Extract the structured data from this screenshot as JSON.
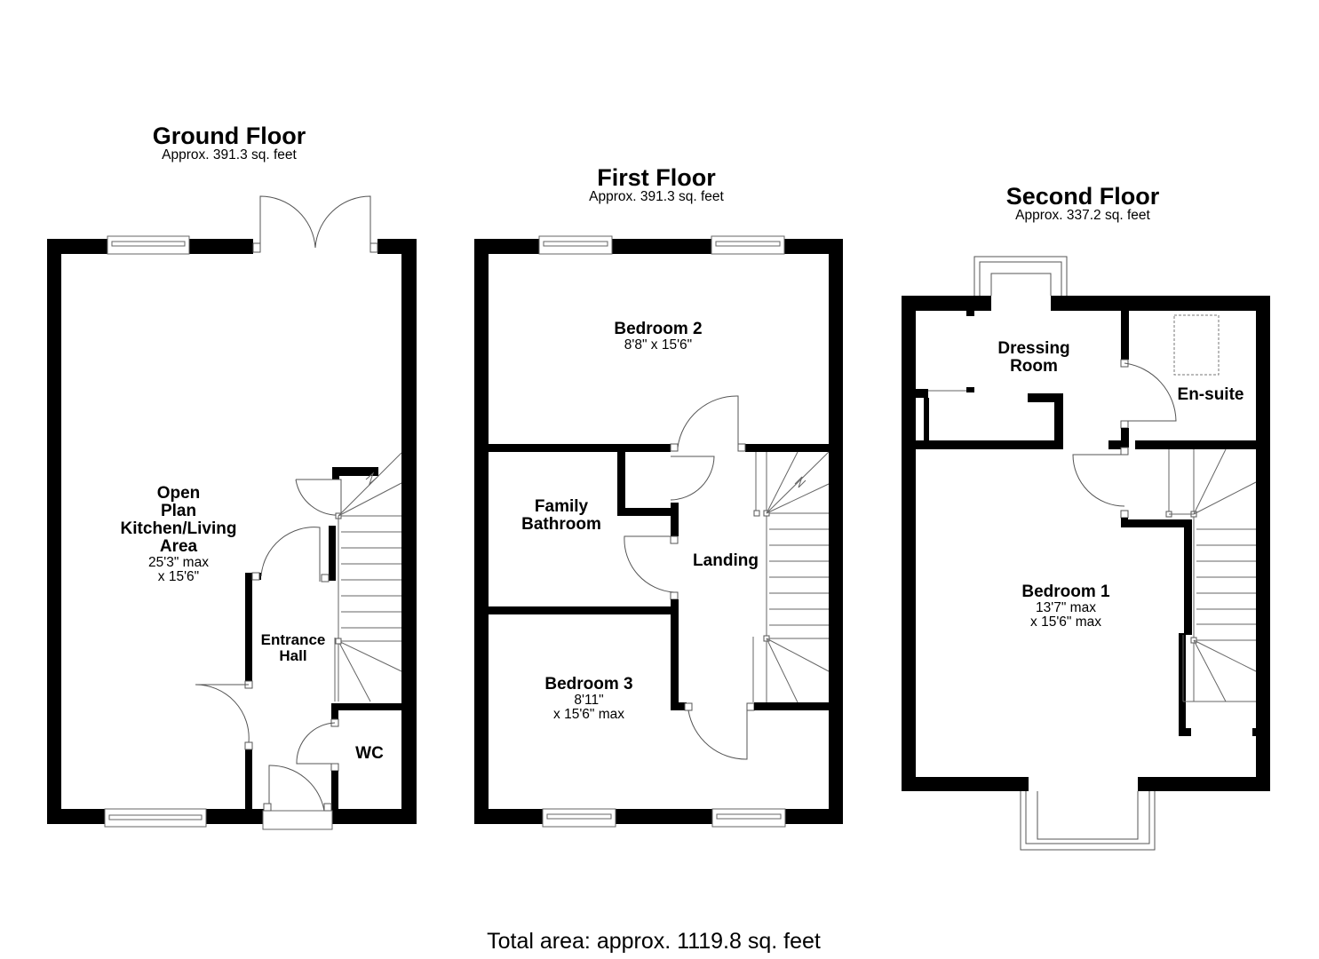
{
  "floors": [
    {
      "title": "Ground Floor",
      "area": "Approx. 391.3 sq. feet",
      "rooms": [
        {
          "name_lines": [
            "Open",
            "Plan",
            "Kitchen/Living",
            "Area"
          ],
          "dims": [
            "25'3\" max",
            "x 15'6\""
          ]
        },
        {
          "name_lines": [
            "Entrance",
            "Hall"
          ],
          "dims": []
        },
        {
          "name_lines": [
            "WC"
          ],
          "dims": []
        }
      ]
    },
    {
      "title": "First Floor",
      "area": "Approx. 391.3 sq. feet",
      "rooms": [
        {
          "name_lines": [
            "Bedroom 2"
          ],
          "dims": [
            "8'8\" x 15'6\""
          ]
        },
        {
          "name_lines": [
            "Family",
            "Bathroom"
          ],
          "dims": []
        },
        {
          "name_lines": [
            "Landing"
          ],
          "dims": []
        },
        {
          "name_lines": [
            "Bedroom 3"
          ],
          "dims": [
            "8'11\"",
            "x 15'6\" max"
          ]
        }
      ]
    },
    {
      "title": "Second Floor",
      "area": "Approx. 337.2 sq. feet",
      "rooms": [
        {
          "name_lines": [
            "Dressing",
            "Room"
          ],
          "dims": []
        },
        {
          "name_lines": [
            "En-suite"
          ],
          "dims": []
        },
        {
          "name_lines": [
            "Bedroom 1"
          ],
          "dims": [
            "13'7\" max",
            "x 15'6\" max"
          ]
        }
      ]
    }
  ],
  "total_area": "Total area: approx. 1119.8 sq. feet",
  "colors": {
    "wall": "#000000",
    "background": "#ffffff",
    "fixture_line": "#555555"
  }
}
